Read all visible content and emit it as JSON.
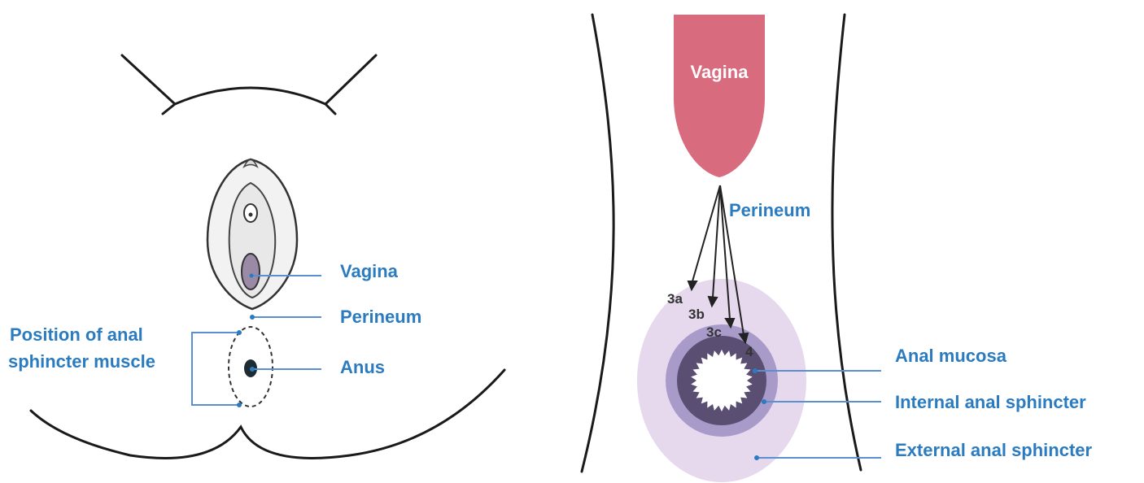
{
  "left_panel": {
    "labels": {
      "vagina": "Vagina",
      "perineum": "Perineum",
      "anus": "Anus",
      "sphincter_position_line1": "Position of anal",
      "sphincter_position_line2": "sphincter muscle"
    }
  },
  "right_panel": {
    "labels": {
      "vagina": "Vagina",
      "perineum": "Perineum",
      "anal_mucosa": "Anal mucosa",
      "internal_anal_sphincter": "Internal anal sphincter",
      "external_anal_sphincter": "External anal sphincter"
    },
    "tear_degrees": [
      "3a",
      "3b",
      "3c",
      "4"
    ]
  },
  "colors": {
    "label_blue": "#2b7bc0",
    "vagina_pink": "#d96b7e",
    "external_sphincter": "#e6d9ee",
    "internal_sphincter": "#a99bc9",
    "mucosa_ring": "#5a4f72"
  }
}
